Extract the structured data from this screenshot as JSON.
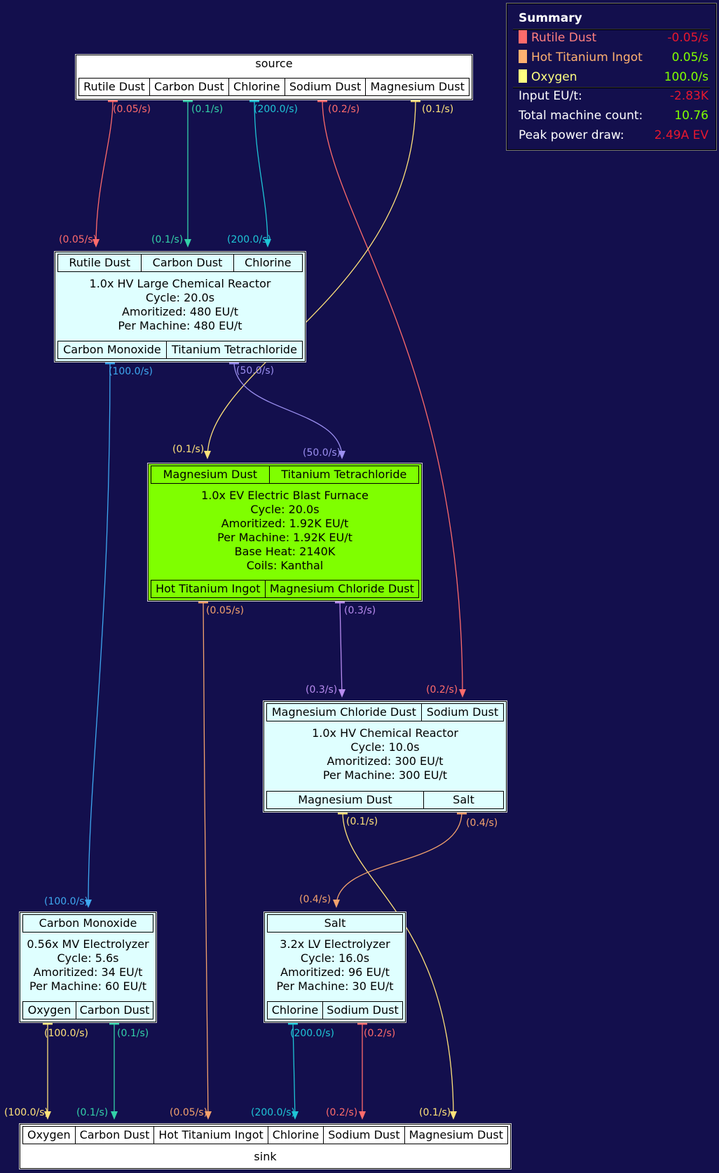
{
  "nodes": {
    "source": {
      "title": "source",
      "inputs": [
        "Rutile Dust",
        "Carbon Dust",
        "Chlorine",
        "Sodium Dust",
        "Magnesium Dust"
      ]
    },
    "lcr": {
      "inputs": [
        "Rutile Dust",
        "Carbon Dust",
        "Chlorine"
      ],
      "lines": [
        "1.0x HV Large Chemical Reactor",
        "Cycle: 20.0s",
        "Amoritized: 480 EU/t",
        "Per Machine: 480 EU/t"
      ],
      "outputs": [
        "Carbon Monoxide",
        "Titanium Tetrachloride"
      ]
    },
    "ebf": {
      "inputs": [
        "Magnesium Dust",
        "Titanium Tetrachloride"
      ],
      "lines": [
        "1.0x EV Electric Blast Furnace",
        "Cycle: 20.0s",
        "Amoritized: 1.92K EU/t",
        "Per Machine: 1.92K EU/t",
        "Base Heat: 2140K",
        "Coils: Kanthal"
      ],
      "outputs": [
        "Hot Titanium Ingot",
        "Magnesium Chloride Dust"
      ]
    },
    "cr": {
      "inputs": [
        "Magnesium Chloride Dust",
        "Sodium Dust"
      ],
      "lines": [
        "1.0x HV Chemical Reactor",
        "Cycle: 10.0s",
        "Amoritized: 300 EU/t",
        "Per Machine: 300 EU/t"
      ],
      "outputs": [
        "Magnesium Dust",
        "Salt"
      ]
    },
    "mv_elec": {
      "inputs": [
        "Carbon Monoxide"
      ],
      "lines": [
        "0.56x MV Electrolyzer",
        "Cycle: 5.6s",
        "Amoritized: 34 EU/t",
        "Per Machine: 60 EU/t"
      ],
      "outputs": [
        "Oxygen",
        "Carbon Dust"
      ]
    },
    "lv_elec": {
      "inputs": [
        "Salt"
      ],
      "lines": [
        "3.2x LV Electrolyzer",
        "Cycle: 16.0s",
        "Amoritized: 96 EU/t",
        "Per Machine: 30 EU/t"
      ],
      "outputs": [
        "Chlorine",
        "Sodium Dust"
      ]
    },
    "sink": {
      "title": "sink",
      "inputs": [
        "Oxygen",
        "Carbon Dust",
        "Hot Titanium Ingot",
        "Chlorine",
        "Sodium Dust",
        "Magnesium Dust"
      ]
    }
  },
  "edge_labels": {
    "src_rutile": "(0.05/s)",
    "src_carbon": "(0.1/s)",
    "src_chlorine": "(200.0/s)",
    "src_sodium": "(0.2/s)",
    "src_magnesium": "(0.1/s)",
    "lcr_in_rutile": "(0.05/s)",
    "lcr_in_carbon": "(0.1/s)",
    "lcr_in_chlorine": "(200.0/s)",
    "lcr_out_co": "(100.0/s)",
    "lcr_out_ticl4": "(50.0/s)",
    "ebf_in_mg": "(0.1/s)",
    "ebf_in_ticl4": "(50.0/s)",
    "ebf_out_ingot": "(0.05/s)",
    "ebf_out_mgcl": "(0.3/s)",
    "cr_in_mgcl": "(0.3/s)",
    "cr_in_sodium": "(0.2/s)",
    "cr_out_mg": "(0.1/s)",
    "cr_out_salt": "(0.4/s)",
    "mv_in_co": "(100.0/s)",
    "mv_out_o2": "(100.0/s)",
    "mv_out_carbon": "(0.1/s)",
    "lv_in_salt": "(0.4/s)",
    "lv_out_chlorine": "(200.0/s)",
    "lv_out_sodium": "(0.2/s)",
    "sink_o2": "(100.0/s)",
    "sink_carbon": "(0.1/s)",
    "sink_ingot": "(0.05/s)",
    "sink_chlorine": "(200.0/s)",
    "sink_sodium": "(0.2/s)",
    "sink_mg": "(0.1/s)"
  },
  "summary": {
    "title": "Summary",
    "items": [
      {
        "label": "Rutile Dust",
        "value": "-0.05/s",
        "swatch": "#ff6b6b",
        "label_color": "#ff7f7f",
        "value_color": "#e6172f"
      },
      {
        "label": "Hot Titanium Ingot",
        "value": "0.05/s",
        "swatch": "#ffb070",
        "label_color": "#ffb070",
        "value_color": "#80ff00"
      },
      {
        "label": "Oxygen",
        "value": "100.0/s",
        "swatch": "#ffff80",
        "label_color": "#ffff80",
        "value_color": "#80ff00"
      }
    ],
    "stats": [
      {
        "label": "Input EU/t:",
        "value": "-2.83K",
        "value_color": "#e6172f"
      },
      {
        "label": "Total machine count:",
        "value": "10.76",
        "value_color": "#80ff00"
      },
      {
        "label": "Peak power draw:",
        "value": "2.49A EV",
        "value_color": "#e6172f"
      }
    ]
  },
  "colors": {
    "background": "#130f4d",
    "rutile": "#ff6b6b",
    "carbon": "#33d1a8",
    "chlorine": "#1ec4d6",
    "sodium": "#ff6b6b",
    "magnesium": "#ffe27a",
    "carbon_monoxide": "#3ea8f0",
    "ticl4": "#9b8ff0",
    "ingot": "#f4a26d",
    "mgcl": "#b88cf0",
    "salt": "#f4a26d",
    "oxygen": "#ffe27a"
  }
}
